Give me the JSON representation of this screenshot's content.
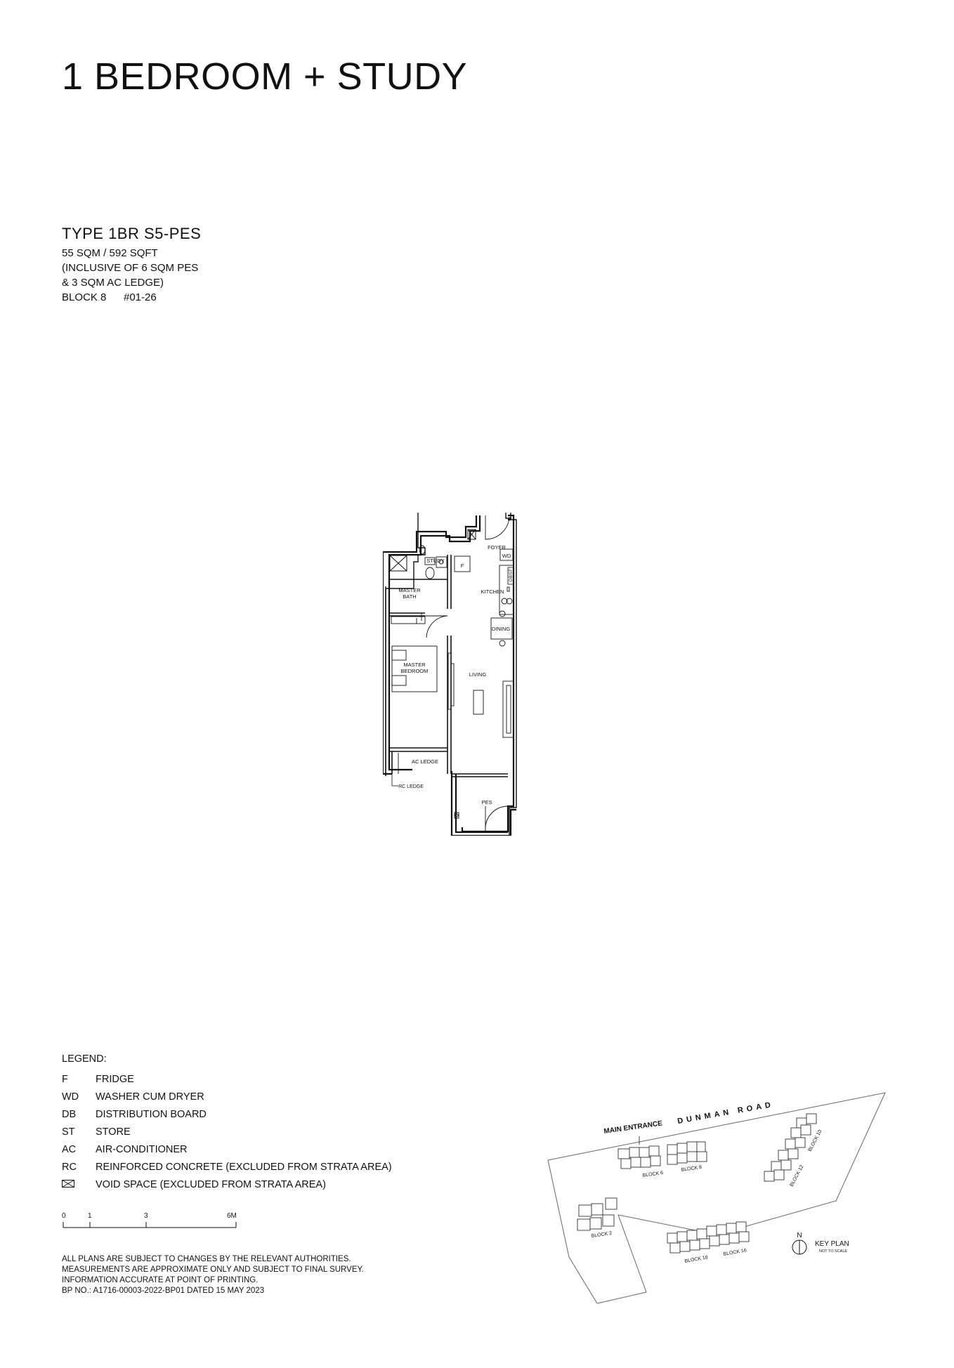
{
  "title": "1 BEDROOM + STUDY",
  "unit": {
    "type_name": "TYPE 1BR S5-PES",
    "area": "55 SQM / 592 SQFT",
    "inclusive_1": "(INCLUSIVE OF 6 SQM PES",
    "inclusive_2": "& 3 SQM AC LEDGE)",
    "block": "BLOCK 8",
    "unit_no": "#01-26"
  },
  "floor_plan": {
    "rooms": {
      "foyer": "FOYER",
      "study": "STUDY",
      "kitchen": "KITCHEN",
      "master_bath_1": "MASTER",
      "master_bath_2": "BATH",
      "dining": "DINING",
      "master_bedroom_1": "MASTER",
      "master_bedroom_2": "BEDROOM",
      "living": "LIVING",
      "ac_ledge": "AC LEDGE",
      "rc_ledge": "RC LEDGE",
      "pes": "PES",
      "fridge_mark": "F",
      "wd_mark": "WD",
      "dbst_mark": "DB/ST"
    }
  },
  "legend": {
    "title": "LEGEND:",
    "items": [
      {
        "code": "F",
        "desc": "FRIDGE"
      },
      {
        "code": "WD",
        "desc": "WASHER CUM DRYER"
      },
      {
        "code": "DB",
        "desc": "DISTRIBUTION BOARD"
      },
      {
        "code": "ST",
        "desc": "STORE"
      },
      {
        "code": "AC",
        "desc": "AIR-CONDITIONER"
      },
      {
        "code": "RC",
        "desc": "REINFORCED CONCRETE (EXCLUDED FROM STRATA AREA)"
      }
    ],
    "void_desc": "VOID SPACE (EXCLUDED FROM STRATA AREA)"
  },
  "scale": {
    "t0": "0",
    "t1": "1",
    "t3": "3",
    "t6": "6M"
  },
  "notes": [
    "ALL PLANS ARE SUBJECT TO CHANGES BY THE RELEVANT AUTHORITIES.",
    "MEASUREMENTS ARE APPROXIMATE ONLY AND SUBJECT TO FINAL SURVEY.",
    "INFORMATION ACCURATE AT POINT OF PRINTING.",
    "BP NO.: A1716-00003-2022-BP01 DATED 15 MAY 2023"
  ],
  "key_plan": {
    "main_entrance": "MAIN ENTRANCE",
    "road": "DUNMAN ROAD",
    "north": "N",
    "label": "KEY PLAN",
    "sub": "NOT TO SCALE",
    "blocks": {
      "b2": "BLOCK 2",
      "b6": "BLOCK 6",
      "b8": "BLOCK 8",
      "b10": "BLOCK 10",
      "b12": "BLOCK 12",
      "b16": "BLOCK 16",
      "b18": "BLOCK 18"
    }
  }
}
